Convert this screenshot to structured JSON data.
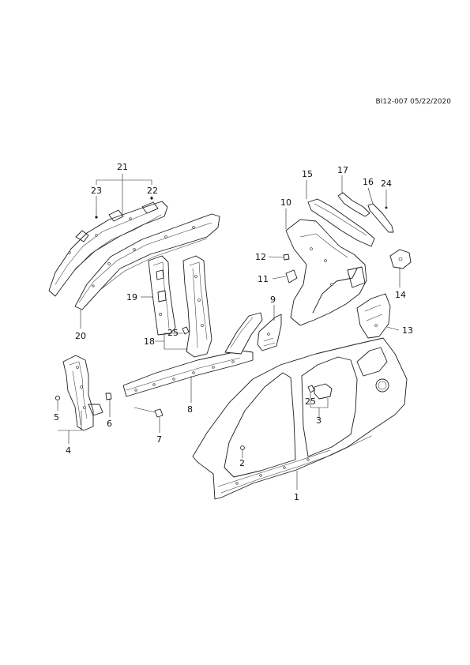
{
  "document": {
    "reference": "BI12-007  05/22/2020"
  },
  "callouts": {
    "c1": "1",
    "c2": "2",
    "c3": "3",
    "c4": "4",
    "c5": "5",
    "c6": "6",
    "c7": "7",
    "c8": "8",
    "c9": "9",
    "c10": "10",
    "c11": "11",
    "c12": "12",
    "c13": "13",
    "c14": "14",
    "c15": "15",
    "c16": "16",
    "c17": "17",
    "c18": "18",
    "c19": "19",
    "c20": "20",
    "c21": "21",
    "c22": "22",
    "c23": "23",
    "c24": "24",
    "c25a": "25",
    "c25b": "25"
  }
}
